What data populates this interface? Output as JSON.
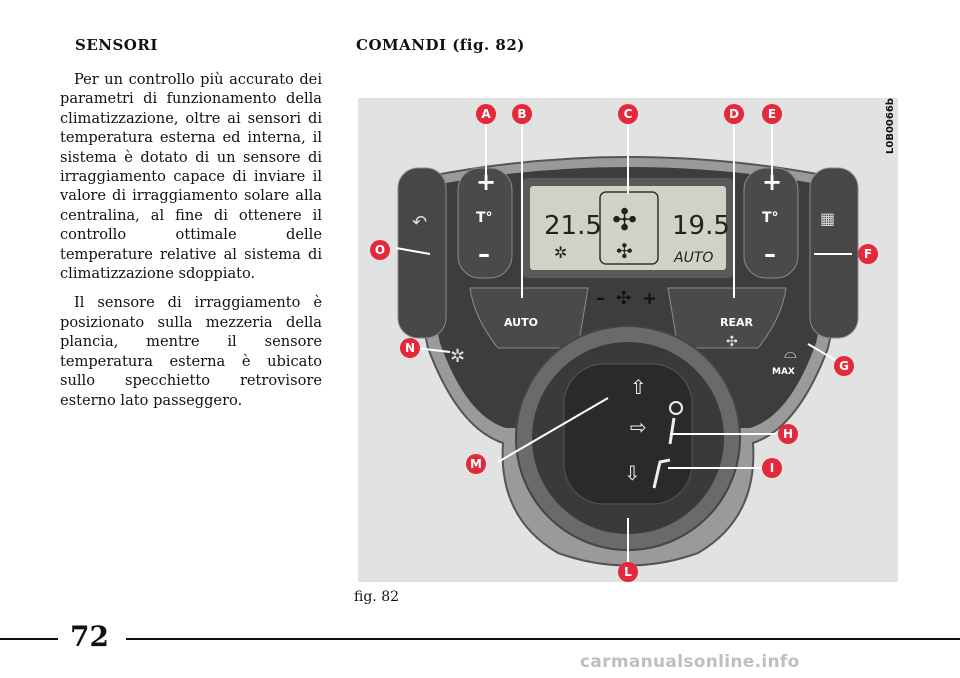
{
  "left_column": {
    "heading": "SENSORI",
    "paragraphs": [
      "Per un controllo più accurato dei parametri di funzionamento della climatizzazione, oltre ai sensori di temperatura esterna ed interna, il sistema è dotato di un sensore di irraggiamento capace di inviare il valore di irraggiamento solare alla centralina, al fine di ottenere il controllo ottimale delle temperature relative al sistema di climatizzazione sdoppiato.",
      "Il sensore di irraggiamento è posizionato sulla mezzeria della plancia, mentre il sensore temperatura esterna è ubicato sullo specchietto retrovisore esterno lato passeggero."
    ]
  },
  "right_column": {
    "heading": "COMANDI (fig. 82)",
    "figure_caption": "fig. 82",
    "figure_code": "L0B0066b"
  },
  "figure": {
    "callouts": [
      "A",
      "B",
      "C",
      "D",
      "E",
      "F",
      "G",
      "H",
      "I",
      "L",
      "M",
      "N",
      "O"
    ],
    "panel": {
      "plus": "+",
      "minus": "–",
      "temp_unit": "T°",
      "display_temp_left": "21.5",
      "display_temp_right": "19.5",
      "display_mode": "AUTO",
      "auto_label": "AUTO",
      "rear_label": "REAR",
      "max_label": "MAX",
      "fan_minus": "–",
      "fan_plus": "+"
    }
  },
  "footer": {
    "page_number": "72",
    "url": "carmanualsonline.info"
  },
  "colors": {
    "callout_red": "#e5283a",
    "panel_dark": "#3b3b3b",
    "lcd_green": "#cfd3c6"
  }
}
